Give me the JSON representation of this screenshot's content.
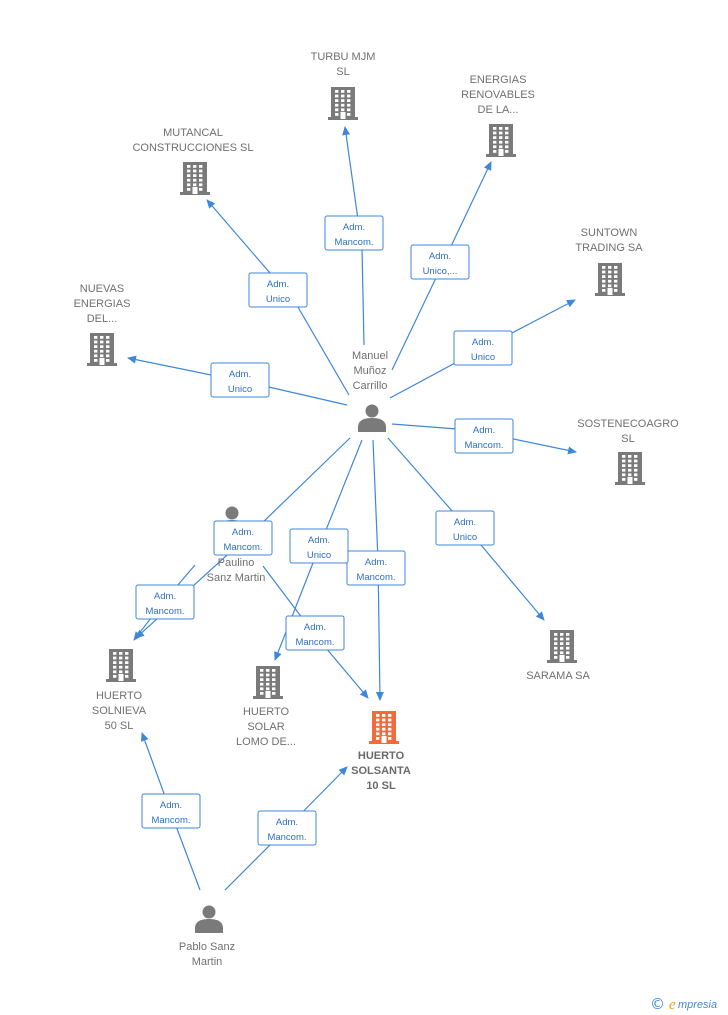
{
  "colors": {
    "edge": "#3f87d8",
    "company_icon": "#7a7a7a",
    "focus_company_icon": "#f26b3a",
    "person_icon": "#7a7a7a",
    "label": "#707070",
    "relation_text": "#2d6fc0"
  },
  "nodes": [
    {
      "id": "turbu",
      "type": "company",
      "icon": "building-icon",
      "lines": [
        "TURBU MJM",
        "SL"
      ]
    },
    {
      "id": "energias",
      "type": "company",
      "icon": "building-icon",
      "lines": [
        "ENERGIAS",
        "RENOVABLES",
        "DE LA..."
      ]
    },
    {
      "id": "mutancal",
      "type": "company",
      "icon": "building-icon",
      "lines": [
        "MUTANCAL",
        "CONSTRUCCIONES SL"
      ]
    },
    {
      "id": "suntown",
      "type": "company",
      "icon": "building-icon",
      "lines": [
        "SUNTOWN",
        "TRADING SA"
      ]
    },
    {
      "id": "nuevas",
      "type": "company",
      "icon": "building-icon",
      "lines": [
        "NUEVAS",
        "ENERGIAS",
        "DEL..."
      ]
    },
    {
      "id": "sostenecoagro",
      "type": "company",
      "icon": "building-icon",
      "lines": [
        "SOSTENECOAGRO",
        "SL"
      ]
    },
    {
      "id": "manuel",
      "type": "person",
      "icon": "person-icon",
      "lines": [
        "Manuel",
        "Muñoz",
        "Carrillo"
      ]
    },
    {
      "id": "paulino",
      "type": "person",
      "icon": "person-icon",
      "lines": [
        "Paulino",
        "Sanz Martin"
      ]
    },
    {
      "id": "solnieva",
      "type": "company",
      "icon": "building-icon",
      "lines": [
        "HUERTO",
        "SOLNIEVA",
        "50  SL"
      ]
    },
    {
      "id": "lomo",
      "type": "company",
      "icon": "building-icon",
      "lines": [
        "HUERTO",
        "SOLAR",
        "LOMO DE..."
      ]
    },
    {
      "id": "solsanta",
      "type": "company",
      "icon": "building-icon",
      "focus": true,
      "lines": [
        "HUERTO",
        "SOLSANTA",
        "10  SL"
      ]
    },
    {
      "id": "sarama",
      "type": "company",
      "icon": "building-icon",
      "lines": [
        "SARAMA SA"
      ]
    },
    {
      "id": "pablo",
      "type": "person",
      "icon": "person-icon",
      "lines": [
        "Pablo Sanz",
        "Martin"
      ]
    }
  ],
  "edges": [
    {
      "from": "manuel",
      "to": "turbu",
      "label": [
        "Adm.",
        "Mancom."
      ]
    },
    {
      "from": "manuel",
      "to": "energias",
      "label": [
        "Adm.",
        "Unico,..."
      ]
    },
    {
      "from": "manuel",
      "to": "mutancal",
      "label": [
        "Adm.",
        "Unico"
      ]
    },
    {
      "from": "manuel",
      "to": "suntown",
      "label": [
        "Adm.",
        "Unico"
      ]
    },
    {
      "from": "manuel",
      "to": "nuevas",
      "label": [
        "Adm.",
        "Unico"
      ]
    },
    {
      "from": "manuel",
      "to": "sostenecoagro",
      "label": [
        "Adm.",
        "Mancom."
      ]
    },
    {
      "from": "manuel",
      "to": "sarama",
      "label": [
        "Adm.",
        "Unico"
      ]
    },
    {
      "from": "manuel",
      "to": "solsanta",
      "label": [
        "Adm.",
        "Mancom."
      ]
    },
    {
      "from": "manuel",
      "to": "lomo",
      "label": [
        "Adm.",
        "Unico"
      ]
    },
    {
      "from": "manuel",
      "to": "solnieva",
      "label": [
        "Adm.",
        "Mancom."
      ]
    },
    {
      "from": "paulino",
      "to": "solnieva",
      "label": [
        "Adm.",
        "Mancom."
      ]
    },
    {
      "from": "paulino",
      "to": "solsanta",
      "label": [
        "Adm.",
        "Mancom."
      ]
    },
    {
      "from": "pablo",
      "to": "solnieva",
      "label": [
        "Adm.",
        "Mancom."
      ]
    },
    {
      "from": "pablo",
      "to": "solsanta",
      "label": [
        "Adm.",
        "Mancom."
      ]
    }
  ],
  "brand": {
    "copyright": "©",
    "initial": "e",
    "name": "mpresia"
  }
}
